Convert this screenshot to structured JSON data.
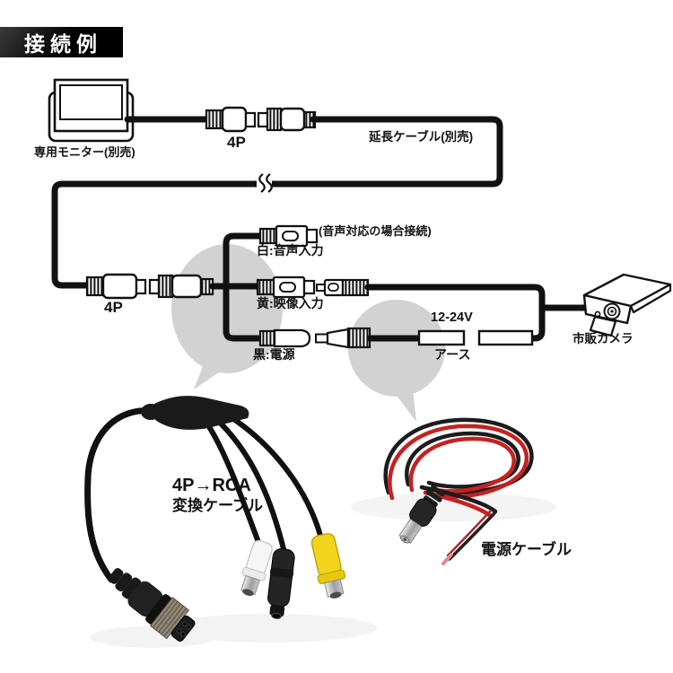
{
  "header": {
    "title": "接続例"
  },
  "diagram": {
    "monitor_label": "専用モニター(別売)",
    "connector_4p_top_label": "4P",
    "extension_cable_label": "延長ケーブル(別売)",
    "connector_4p_mid_label": "4P",
    "audio_note": "(音声対応の場合接続)",
    "audio_label": "白:音声入力",
    "video_label": "黄:映像入力",
    "power_label": "黒:電源",
    "voltage_label": "12-24V",
    "ground_label": "アース",
    "camera_label": "市販カメラ"
  },
  "products": {
    "adapter_cable": {
      "label_line1": "4P→RCA",
      "label_line2": "変換ケーブル"
    },
    "power_cable": {
      "label": "電源ケーブル"
    }
  },
  "theme": {
    "balloon_gray": "#d2d2d2",
    "line_black": "#111111",
    "rca_yellow": "#f2d41c",
    "wire_red": "#c42222",
    "metal_gray": "#948a79",
    "banner_black": "#000000"
  }
}
